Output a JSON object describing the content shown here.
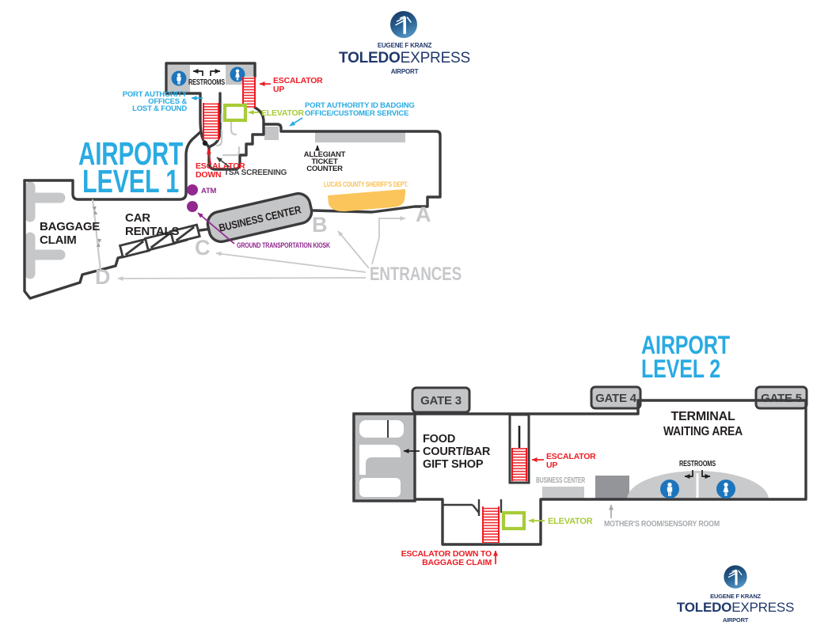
{
  "logo": {
    "line1": "EUGENE F KRANZ",
    "brand_bold": "TOLEDO",
    "brand_light": "EXPRESS",
    "line3": "AIRPORT"
  },
  "colors": {
    "cyan": "#29ABE2",
    "red": "#ED1C24",
    "green": "#A8CB38",
    "purple": "#92278F",
    "yellow": "#FBC55C",
    "dark_outline": "#3B3B3D",
    "gray_fill": "#C4C5C7",
    "light_gray": "#C9CACB",
    "medium_gray_text": "#A7A9AC",
    "restroom_blue": "#1C75BC",
    "navy": "#21386B"
  },
  "icons": {
    "restroom_male": "male-figure-icon",
    "restroom_female": "female-figure-icon",
    "atm_dot": "atm-location-dot",
    "logo_mark": "toledo-express-roundel-icon"
  },
  "level1": {
    "title": [
      "AIRPORT",
      "LEVEL 1"
    ],
    "areas": {
      "restrooms": "RESTROOMS",
      "baggage_claim": [
        "BAGGAGE",
        "CLAIM"
      ],
      "car_rentals": [
        "CAR",
        "RENTALS"
      ],
      "business_center": "BUSINESS CENTER",
      "tsa": "TSA SCREENING",
      "allegiant": [
        "ALLEGIANT",
        "TICKET",
        "COUNTER"
      ],
      "sheriff": "LUCAS COUNTY SHERIFF'S DEPT."
    },
    "callouts": {
      "port_authority": [
        "PORT AUTHORITY",
        "OFFICES &",
        "LOST & FOUND"
      ],
      "escalator_up": [
        "ESCALATOR",
        "UP"
      ],
      "escalator_down": [
        "ESCALATOR",
        "DOWN"
      ],
      "elevator": "ELEVATOR",
      "id_badging": [
        "PORT AUTHORITY ID BADGING",
        "OFFICE/CUSTOMER SERVICE"
      ],
      "atm": "ATM",
      "ground_transportation": "GROUND TRANSPORTATION KIOSK"
    },
    "entrances": {
      "label": "ENTRANCES",
      "a": "A",
      "b": "B",
      "c": "C",
      "d": "D"
    }
  },
  "level2": {
    "title": [
      "AIRPORT",
      "LEVEL 2"
    ],
    "gates": [
      "GATE 3",
      "GATE 4",
      "GATE 5"
    ],
    "areas": {
      "food_court": [
        "FOOD",
        "COURT/BAR",
        "GIFT SHOP"
      ],
      "terminal_waiting": [
        "TERMINAL",
        "WAITING AREA"
      ],
      "restrooms": "RESTROOMS",
      "business_center": "BUSINESS CENTER"
    },
    "callouts": {
      "escalator_up": [
        "ESCALATOR",
        "UP"
      ],
      "escalator_down": [
        "ESCALATOR DOWN TO",
        "BAGGAGE CLAIM"
      ],
      "elevator": "ELEVATOR",
      "mothers_room": "MOTHER'S ROOM/SENSORY ROOM"
    }
  }
}
